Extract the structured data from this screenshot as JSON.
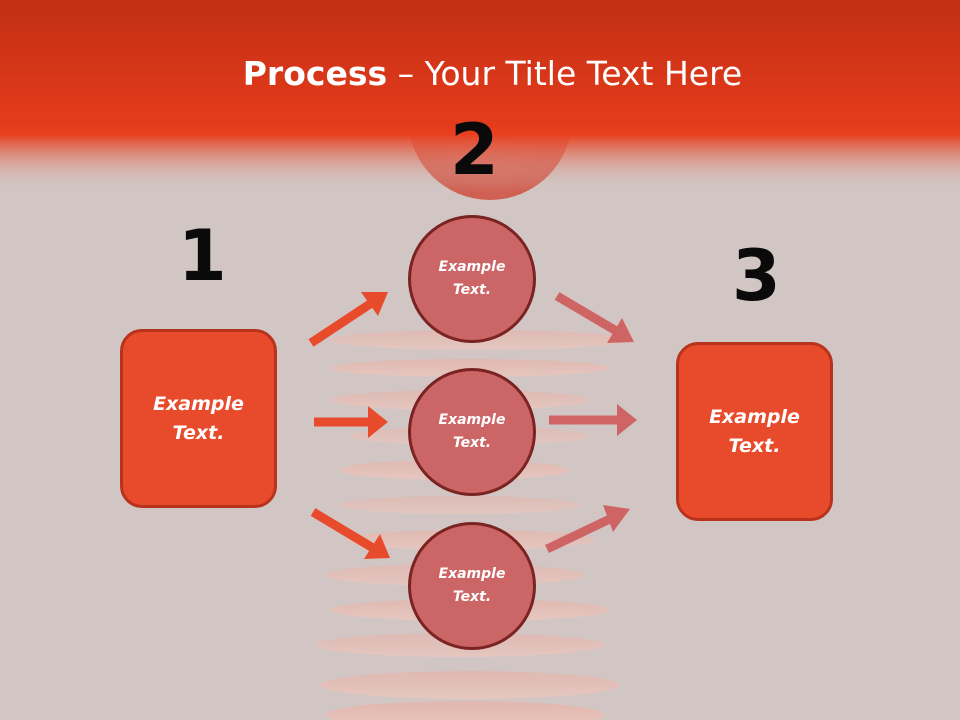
{
  "title": {
    "bold": "Process",
    "rest": " – Your Title Text Here"
  },
  "steps": {
    "one": {
      "number": "1"
    },
    "two": {
      "number": "2"
    },
    "three": {
      "number": "3"
    }
  },
  "left_box": {
    "label": "Example\nText."
  },
  "right_box": {
    "label": "Example\nText."
  },
  "circles": [
    {
      "label": "Example\nText."
    },
    {
      "label": "Example\nText."
    },
    {
      "label": "Example\nText."
    }
  ],
  "colors": {
    "header": "#e63f1e",
    "box_fill": "#e84b2c",
    "circle_fill": "#cc6565",
    "arrow_left": "#e84b2c",
    "arrow_right": "#cf6464",
    "background": "#d2c6c4"
  }
}
